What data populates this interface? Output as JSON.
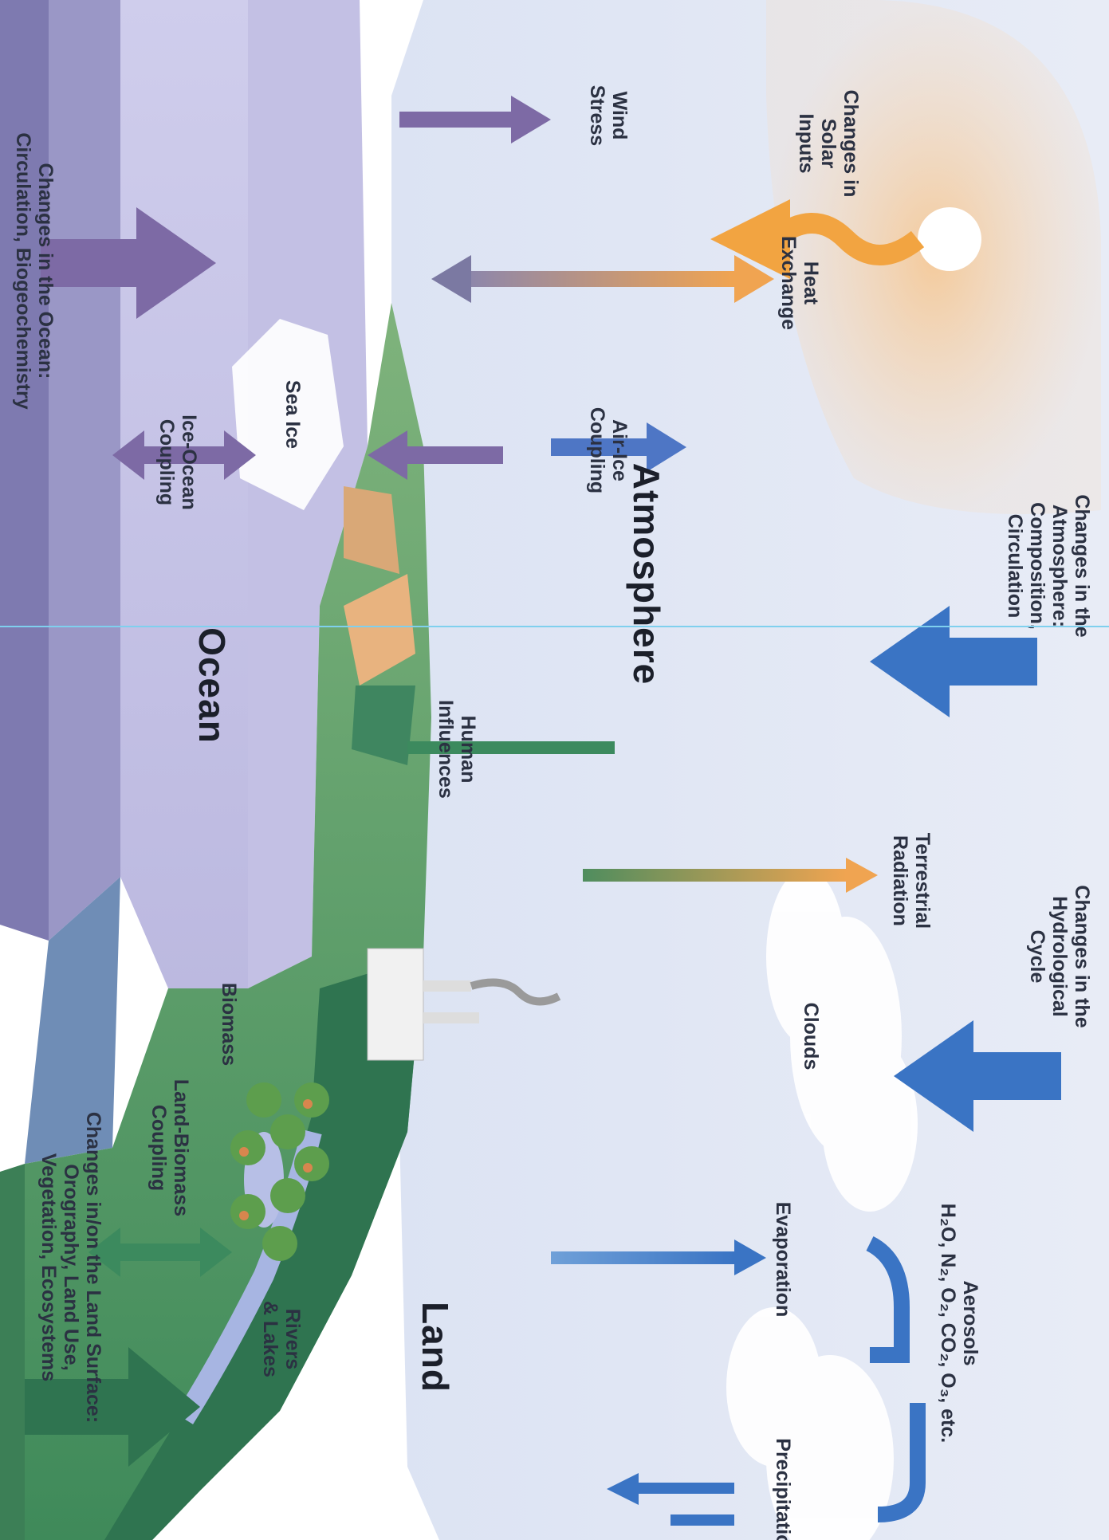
{
  "colors": {
    "sky_top": "#e9edf6",
    "sun_glow": "#f3d3a8",
    "atmosphere_arrow": "#3a74c4",
    "ocean_top": "#c9c7e6",
    "ocean_side": "#8f8cbf",
    "land_green": "#4e9a63",
    "land_dark": "#2f7450",
    "purple_arrow": "#7d6aa5",
    "heat_arrow_top": "#f0a451",
    "heat_arrow_bottom": "#7b79a2"
  },
  "regions": {
    "atmosphere": "Atmosphere",
    "ocean": "Ocean",
    "land": "Land"
  },
  "labels": {
    "solar": [
      "Changes in",
      "Solar",
      "Inputs"
    ],
    "atmosphere_changes": [
      "Changes in the",
      "Atmosphere:",
      "Composition,",
      "Circulation"
    ],
    "hydro": [
      "Changes in the",
      "Hydrological",
      "Cycle"
    ],
    "aerosols": [
      "Aerosols",
      "H₂O, N₂, O₂, CO₂, O₃, etc."
    ],
    "wind": [
      "Wind",
      "Stress"
    ],
    "heat": [
      "Heat",
      "Exchange"
    ],
    "air_ice": [
      "Air-Ice",
      "Coupling"
    ],
    "terrestrial": [
      "Terrestrial",
      "Radiation"
    ],
    "clouds": [
      "Clouds"
    ],
    "evaporation": [
      "Evaporation"
    ],
    "precipitation": [
      "Precipitation"
    ],
    "sea_ice": [
      "Sea Ice"
    ],
    "ice_ocean": [
      "Ice-Ocean",
      "Coupling"
    ],
    "human": [
      "Human",
      "Influences"
    ],
    "biomass": [
      "Biomass"
    ],
    "land_biomass": [
      "Land-Biomass",
      "Coupling"
    ],
    "rivers": [
      "Rivers",
      "& Lakes"
    ],
    "ocean_changes": [
      "Changes in the Ocean:",
      "Circulation, Biogeochemistry"
    ],
    "land_changes": [
      "Changes in/on the Land Surface:",
      "Orography, Land Use,",
      "Vegetation, Ecosystems"
    ]
  }
}
